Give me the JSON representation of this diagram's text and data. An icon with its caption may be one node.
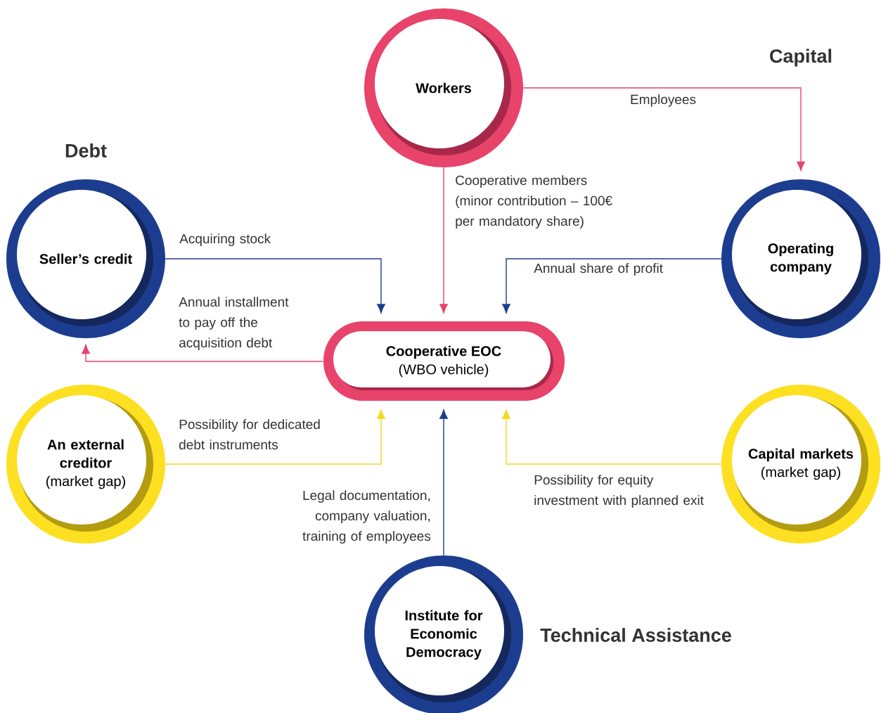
{
  "diagram": {
    "nodes": [
      {
        "text": [
          "Workers"
        ]
      },
      {
        "text": [
          "Seller’s credit"
        ]
      },
      {
        "text": [
          "Operating company"
        ]
      },
      {
        "text": [
          "Cooperative EOC",
          "(WBO vehicle)"
        ]
      },
      {
        "text": [
          "An external creditor",
          "(market gap)"
        ]
      },
      {
        "text": [
          "Capital markets",
          "(market gap)"
        ]
      },
      {
        "text": [
          "Institute for Economic Democracy"
        ],
        "beside": [
          "Technical Assistance"
        ]
      }
    ],
    "edges": [
      {
        "from": 0,
        "to": 2,
        "arrow": "to",
        "label": "Employees",
        "color": "#e8436a"
      },
      {
        "from": 0,
        "to": 3,
        "arrow": "to",
        "label": "Cooperative members (minor contribution – 100€ per mandatory share)",
        "color": "#e8436a"
      },
      {
        "from": 1,
        "to": 3,
        "arrow": "to",
        "label": "Acquiring stock",
        "color": "#1c3d8f"
      },
      {
        "from": 2,
        "to": 3,
        "arrow": "to",
        "label": "Annual share of profit",
        "color": "#1c3d8f"
      },
      {
        "from": 3,
        "to": 1,
        "arrow": "to",
        "label": "Annual installment to pay off the acquisition debt",
        "color": "#e8436a"
      },
      {
        "from": 4,
        "to": 3,
        "arrow": "to",
        "label": "Possibility for dedicated debt instruments",
        "color": "#f5d81c"
      },
      {
        "from": 5,
        "to": 3,
        "arrow": "to",
        "label": "Possibility for equity investment with planned exit",
        "color": "#f5d81c"
      },
      {
        "from": 6,
        "to": 3,
        "arrow": "to",
        "label": "Legal documentation, company valuation, training of employees",
        "color": "#1c3d8f"
      }
    ],
    "labels": [
      "Capital",
      "Debt"
    ]
  }
}
